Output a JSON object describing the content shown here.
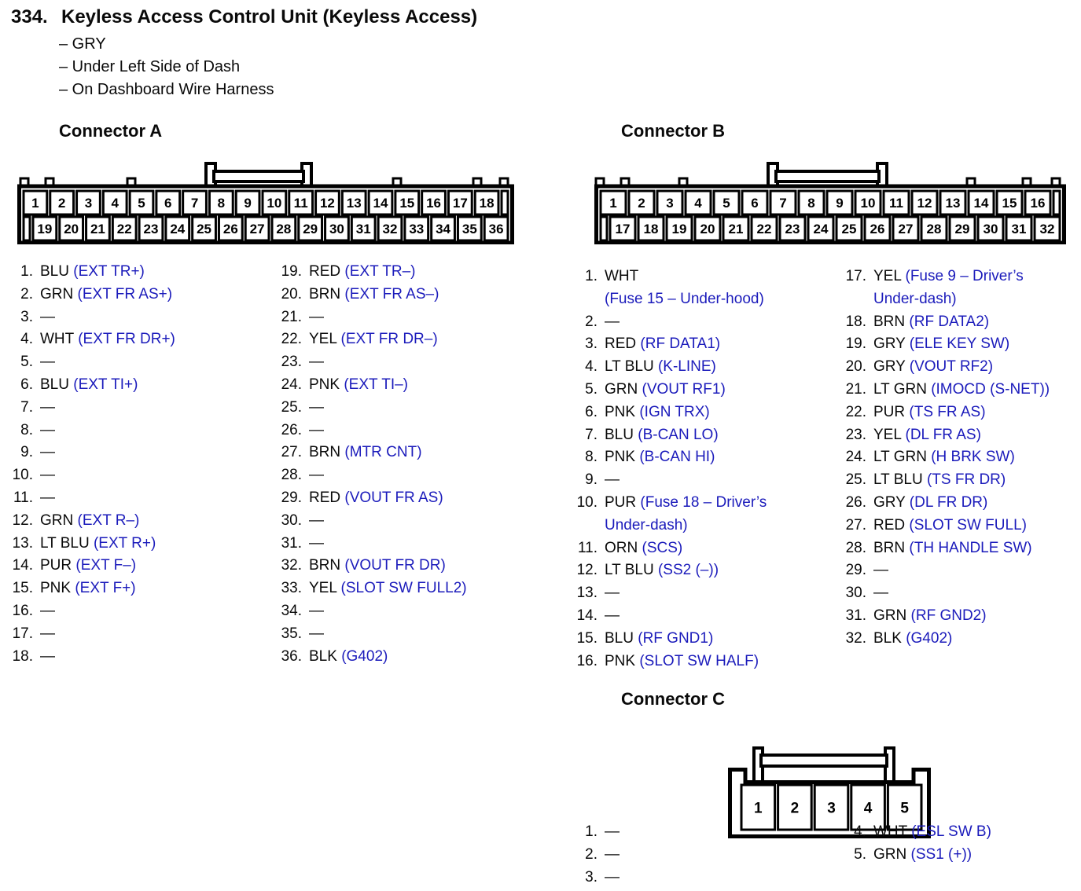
{
  "page": {
    "number": "334.",
    "title": "Keyless Access Control Unit (Keyless Access)",
    "details": [
      "– GRY",
      "– Under Left Side of Dash",
      "– On Dashboard Wire Harness"
    ]
  },
  "colors": {
    "signal_blue": "#1b1bbb",
    "ink": "#0a0a0a"
  },
  "connectors": [
    {
      "id": "A",
      "title": "Connector A",
      "pin_numbers_top": [
        "1",
        "2",
        "3",
        "4",
        "5",
        "6",
        "7",
        "8",
        "9",
        "10",
        "11",
        "12",
        "13",
        "14",
        "15",
        "16",
        "17",
        "18"
      ],
      "pin_numbers_bottom": [
        "19",
        "20",
        "21",
        "22",
        "23",
        "24",
        "25",
        "26",
        "27",
        "28",
        "29",
        "30",
        "31",
        "32",
        "33",
        "34",
        "35",
        "36"
      ],
      "pins_left": [
        {
          "num": "1.",
          "color": "BLU",
          "signal": "(EXT TR+)"
        },
        {
          "num": "2.",
          "color": "GRN",
          "signal": "(EXT FR AS+)"
        },
        {
          "num": "3.",
          "color": "—"
        },
        {
          "num": "4.",
          "color": "WHT",
          "signal": "(EXT FR DR+)"
        },
        {
          "num": "5.",
          "color": "—"
        },
        {
          "num": "6.",
          "color": "BLU",
          "signal": "(EXT TI+)"
        },
        {
          "num": "7.",
          "color": "—"
        },
        {
          "num": "8.",
          "color": "—"
        },
        {
          "num": "9.",
          "color": "—"
        },
        {
          "num": "10.",
          "color": "—"
        },
        {
          "num": "11.",
          "color": "—"
        },
        {
          "num": "12.",
          "color": "GRN",
          "signal": "(EXT R–)"
        },
        {
          "num": "13.",
          "color": "LT BLU",
          "signal": "(EXT R+)"
        },
        {
          "num": "14.",
          "color": "PUR",
          "signal": "(EXT F–)"
        },
        {
          "num": "15.",
          "color": "PNK",
          "signal": "(EXT F+)"
        },
        {
          "num": "16.",
          "color": "—"
        },
        {
          "num": "17.",
          "color": "—"
        },
        {
          "num": "18.",
          "color": "—"
        }
      ],
      "pins_right": [
        {
          "num": "19.",
          "color": "RED",
          "signal": "(EXT TR–)"
        },
        {
          "num": "20.",
          "color": "BRN",
          "signal": "(EXT FR AS–)"
        },
        {
          "num": "21.",
          "color": "—"
        },
        {
          "num": "22.",
          "color": "YEL",
          "signal": "(EXT FR DR–)"
        },
        {
          "num": "23.",
          "color": "—"
        },
        {
          "num": "24.",
          "color": "PNK",
          "signal": "(EXT TI–)"
        },
        {
          "num": "25.",
          "color": "—"
        },
        {
          "num": "26.",
          "color": "—"
        },
        {
          "num": "27.",
          "color": "BRN",
          "signal": "(MTR CNT)"
        },
        {
          "num": "28.",
          "color": "—"
        },
        {
          "num": "29.",
          "color": "RED",
          "signal": "(VOUT FR AS)"
        },
        {
          "num": "30.",
          "color": "—"
        },
        {
          "num": "31.",
          "color": "—"
        },
        {
          "num": "32.",
          "color": "BRN",
          "signal": "(VOUT FR DR)"
        },
        {
          "num": "33.",
          "color": "YEL",
          "signal": "(SLOT SW FULL2)"
        },
        {
          "num": "34.",
          "color": "—"
        },
        {
          "num": "35.",
          "color": "—"
        },
        {
          "num": "36.",
          "color": "BLK",
          "signal": "(G402)"
        }
      ]
    },
    {
      "id": "B",
      "title": "Connector B",
      "pin_numbers_top": [
        "1",
        "2",
        "3",
        "4",
        "5",
        "6",
        "7",
        "8",
        "9",
        "10",
        "11",
        "12",
        "13",
        "14",
        "15",
        "16"
      ],
      "pin_numbers_bottom": [
        "17",
        "18",
        "19",
        "20",
        "21",
        "22",
        "23",
        "24",
        "25",
        "26",
        "27",
        "28",
        "29",
        "30",
        "31",
        "32"
      ],
      "pins_left": [
        {
          "num": "1.",
          "color": "WHT",
          "cont": "(Fuse 15 – Under-hood)"
        },
        {
          "num": "2.",
          "color": "—"
        },
        {
          "num": "3.",
          "color": "RED",
          "signal": "(RF DATA1)"
        },
        {
          "num": "4.",
          "color": "LT BLU",
          "signal": "(K-LINE)"
        },
        {
          "num": "5.",
          "color": "GRN",
          "signal": "(VOUT RF1)"
        },
        {
          "num": "6.",
          "color": "PNK",
          "signal": "(IGN TRX)"
        },
        {
          "num": "7.",
          "color": "BLU",
          "signal": "(B-CAN LO)"
        },
        {
          "num": "8.",
          "color": "PNK",
          "signal": "(B-CAN HI)"
        },
        {
          "num": "9.",
          "color": "—"
        },
        {
          "num": "10.",
          "color": "PUR",
          "signal": "(Fuse 18 – Driver’s",
          "cont": "Under-dash)"
        },
        {
          "num": "11.",
          "color": "ORN",
          "signal": "(SCS)"
        },
        {
          "num": "12.",
          "color": "LT BLU",
          "signal": "(SS2 (–))"
        },
        {
          "num": "13.",
          "color": "—"
        },
        {
          "num": "14.",
          "color": "—"
        },
        {
          "num": "15.",
          "color": "BLU",
          "signal": "(RF GND1)"
        },
        {
          "num": "16.",
          "color": "PNK",
          "signal": "(SLOT SW HALF)"
        }
      ],
      "pins_right": [
        {
          "num": "17.",
          "color": "YEL",
          "signal": "(Fuse 9 – Driver’s",
          "cont": "Under-dash)"
        },
        {
          "num": "18.",
          "color": "BRN",
          "signal": "(RF DATA2)"
        },
        {
          "num": "19.",
          "color": "GRY",
          "signal": "(ELE KEY SW)"
        },
        {
          "num": "20.",
          "color": "GRY",
          "signal": "(VOUT RF2)"
        },
        {
          "num": "21.",
          "color": "LT GRN",
          "signal": "(IMOCD (S-NET))"
        },
        {
          "num": "22.",
          "color": "PUR",
          "signal": "(TS FR AS)"
        },
        {
          "num": "23.",
          "color": "YEL",
          "signal": "(DL FR AS)"
        },
        {
          "num": "24.",
          "color": "LT GRN",
          "signal": "(H BRK SW)"
        },
        {
          "num": "25.",
          "color": "LT BLU",
          "signal": "(TS FR DR)"
        },
        {
          "num": "26.",
          "color": "GRY",
          "signal": "(DL FR DR)"
        },
        {
          "num": "27.",
          "color": "RED",
          "signal": "(SLOT SW FULL)"
        },
        {
          "num": "28.",
          "color": "BRN",
          "signal": "(TH HANDLE SW)"
        },
        {
          "num": "29.",
          "color": "—"
        },
        {
          "num": "30.",
          "color": "—"
        },
        {
          "num": "31.",
          "color": "GRN",
          "signal": "(RF GND2)"
        },
        {
          "num": "32.",
          "color": "BLK",
          "signal": "(G402)"
        }
      ]
    },
    {
      "id": "C",
      "title": "Connector C",
      "pin_numbers_top": [
        "1",
        "2",
        "3",
        "4",
        "5"
      ],
      "pins_left": [
        {
          "num": "1.",
          "color": "—"
        },
        {
          "num": "2.",
          "color": "—"
        },
        {
          "num": "3.",
          "color": "—"
        }
      ],
      "pins_right": [
        {
          "num": "4.",
          "color": "WHT",
          "signal": "(ESL SW B)"
        },
        {
          "num": "5.",
          "color": "GRN",
          "signal": "(SS1 (+))"
        }
      ]
    }
  ]
}
